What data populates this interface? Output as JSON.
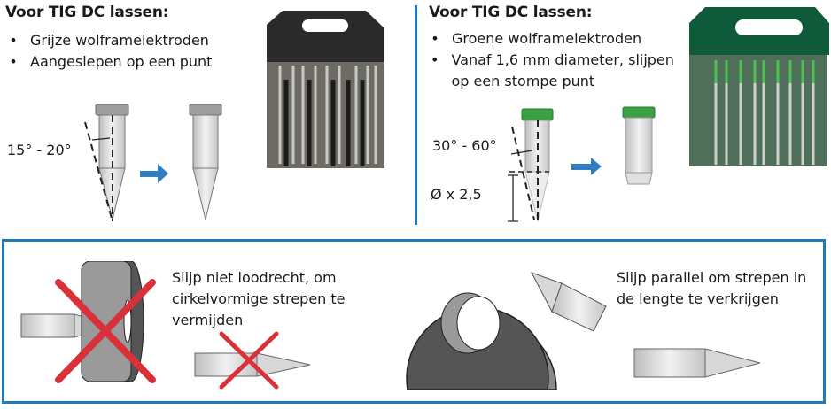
{
  "left_panel": {
    "title": "Voor TIG DC lassen:",
    "bullets": [
      "Grijze wolframelektroden",
      "Aangeslepen op een punt"
    ],
    "angle_label": "15° - 20°",
    "electrode_cap_color": "#9e9e9e",
    "package_color": "#2a2a2a",
    "package_name": "grey-electrode-package"
  },
  "right_panel": {
    "title": "Voor TIG DC lassen:",
    "bullets": [
      "Groene wolframelektroden",
      "Vanaf 1,6 mm diameter, slijpen op een stompe punt"
    ],
    "angle_label": "30° - 60°",
    "diameter_label": "Ø x 2,5",
    "electrode_cap_color": "#3aa040",
    "package_color": "#0f5a3a",
    "package_name": "green-electrode-package"
  },
  "bottom_box": {
    "wrong_text": "Slijp niet loodrecht, om cirkelvormige strepen te vermijden",
    "right_text": "Slijp parallel om strepen in de lengte te verkrijgen"
  },
  "colors": {
    "accent_blue": "#1f7ab8",
    "arrow_blue": "#2f7ec2",
    "cross_red": "#d9303a",
    "wheel_dark": "#555555",
    "wheel_mid": "#8a8a8a"
  }
}
